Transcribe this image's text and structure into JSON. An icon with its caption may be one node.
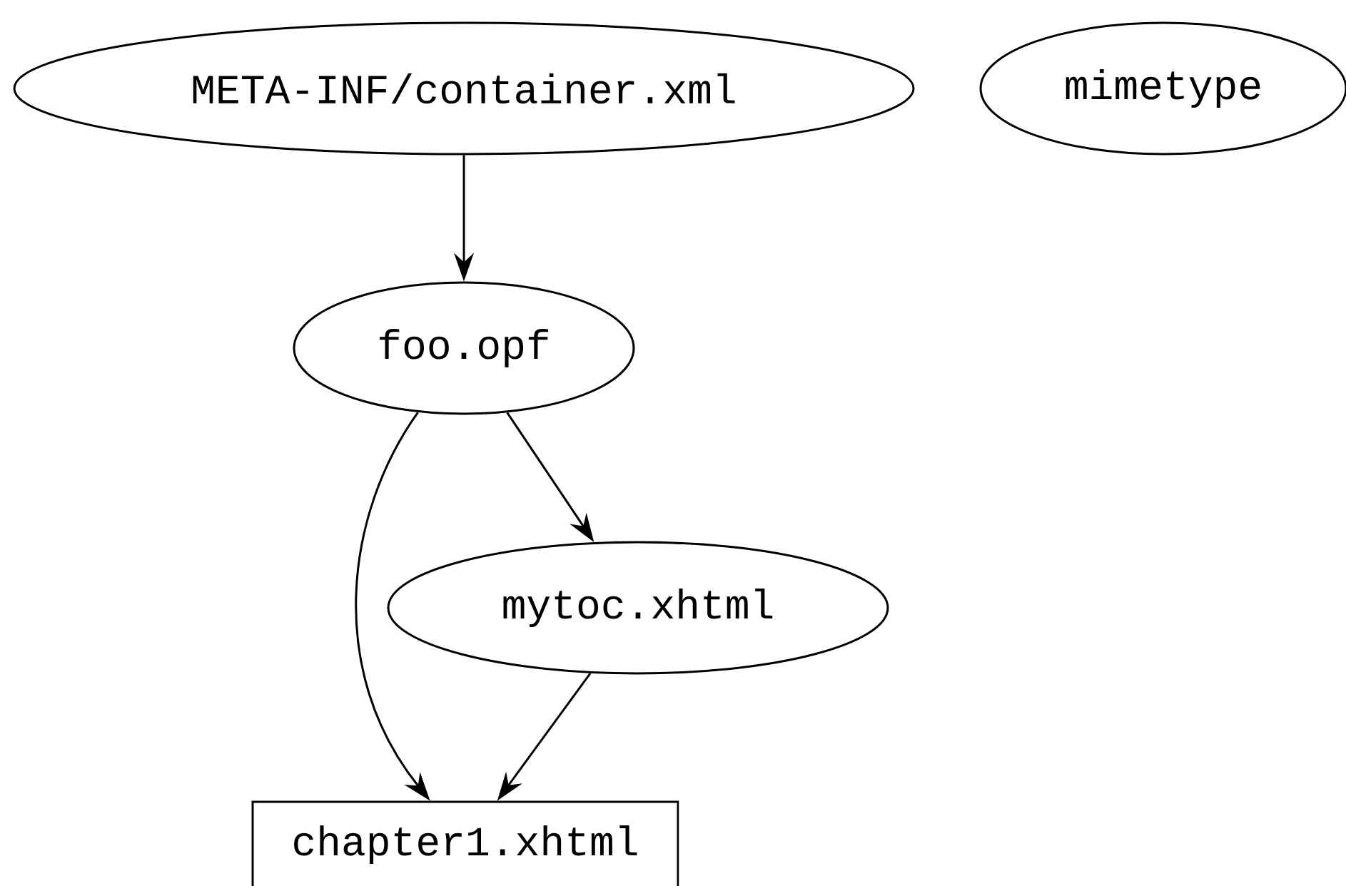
{
  "diagram": {
    "nodes": [
      {
        "text": [
          "META-INF/container.xml"
        ]
      },
      {
        "text": [
          "mimetype"
        ]
      },
      {
        "text": [
          "foo.opf"
        ]
      },
      {
        "text": [
          "mytoc.xhtml"
        ]
      },
      {
        "text": [
          "chapter1.xhtml"
        ]
      }
    ],
    "edges": [
      {
        "from": 0,
        "to": 2,
        "arrow": "to"
      },
      {
        "from": 2,
        "to": 3,
        "arrow": "to"
      },
      {
        "from": 2,
        "to": 4,
        "arrow": "to"
      },
      {
        "from": 3,
        "to": 4,
        "arrow": "to"
      }
    ]
  }
}
